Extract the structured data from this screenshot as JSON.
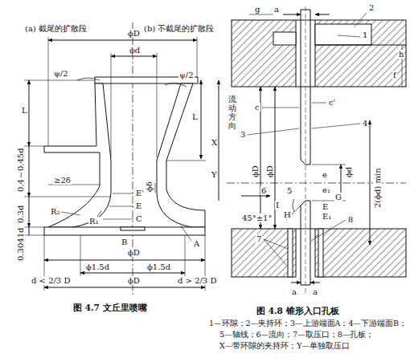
{
  "diagram": {
    "labels": [
      "(a) 截尾的扩散段",
      "(b) 不截尾的扩散段",
      "ϕD",
      "ϕd",
      "ψ/2",
      "ψ/2",
      "L",
      "流动方向",
      "L",
      "0.4～0.45d",
      "0.3d",
      "0.3041d",
      "≥2δ",
      "R₂",
      "R₁",
      "E'",
      "E",
      "C",
      "ϕδ",
      "A",
      "B",
      "ϕD",
      "ϕ1.5d",
      "ϕ1.5d",
      "ϕD",
      "d < 2/3 D",
      "d > 2/3 D",
      "图 4.7  文丘里喷嘴",
      "g",
      "a",
      "2",
      "h",
      "f",
      "1",
      "c",
      "c'",
      "4",
      "3",
      "X",
      "Y",
      "ϕD",
      "ϕD",
      "ϕd",
      "2(ϕd) min",
      "6",
      "5",
      "e",
      "e₁",
      "I",
      "H",
      "G",
      "E",
      "E₁",
      "45°±1°",
      "7",
      "8",
      "a",
      "a",
      "图 4.8  锥形入口孔板",
      "1—环隙；2—夹持环；3—上游端面A；4—下游端面B；",
      "5—轴线；6—流向；7—取压口；8—孔板；",
      "X—带环隙的夹持环；Y—单独取压口"
    ]
  }
}
